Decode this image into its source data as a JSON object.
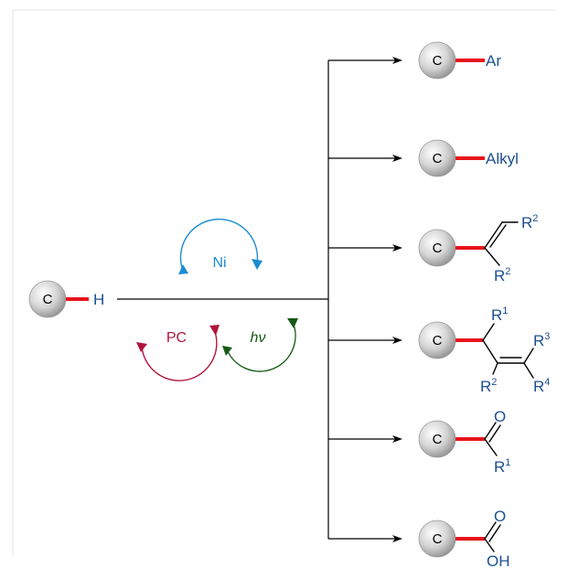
{
  "colors": {
    "bond": "#e8141b",
    "label": "#1d4f91",
    "ni": "#1a8ccf",
    "pc": "#b0143c",
    "hv": "#145a14",
    "sphere": "#c8c8c8"
  },
  "start": {
    "atom": "C",
    "h": "H"
  },
  "catalysts": {
    "ni": {
      "label": "Ni"
    },
    "pc": {
      "label": "PC"
    },
    "hv": {
      "label": "hν"
    }
  },
  "products": {
    "aryl": {
      "atom": "C",
      "group": "Ar"
    },
    "alkyl": {
      "atom": "C",
      "group": "Alkyl"
    },
    "alkenyl": {
      "atom": "C",
      "r": "R",
      "r_a": "2",
      "r_b": "2"
    },
    "allyl": {
      "atom": "C",
      "r": "R",
      "r1": "1",
      "r2": "2",
      "r3": "3",
      "r4": "4"
    },
    "ketone": {
      "atom": "C",
      "o": "O",
      "r": "R",
      "r1": "1"
    },
    "acid": {
      "atom": "C",
      "o": "O",
      "oh": "OH"
    }
  }
}
